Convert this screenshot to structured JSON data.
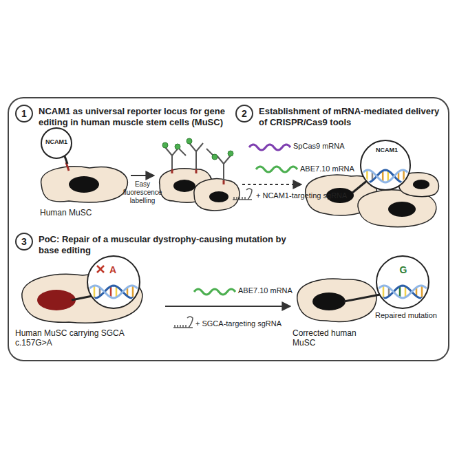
{
  "diagram": {
    "nodes": [
      {
        "text": [
          "1",
          "NCAM1 as universal reporter locus for gene editing in human muscle stem cells (MuSC)"
        ]
      },
      {
        "text": [
          "2",
          "Establishment of mRNA-mediated delivery of CRISPR/Cas9 tools"
        ]
      },
      {
        "text": [
          "Human MuSC"
        ]
      },
      {
        "text": [
          "3",
          "PoC: Repair of a muscular dystrophy-causing mutation by base editing"
        ]
      },
      {
        "text": [
          "Human MuSC carrying SGCA c.157G>A"
        ]
      },
      {
        "text": [
          "Corrected human MuSC"
        ]
      }
    ],
    "edges": [
      {
        "from": 4,
        "to": 5,
        "arrow": "to"
      }
    ],
    "labels": [
      "NCAM1",
      "Easy fluorescence labelling",
      "SpCas9 mRNA",
      "ABE7.10 mRNA",
      "+ NCAM1-targeting sgRNA",
      "NCAM1",
      "A",
      "ABE7.10 mRNA",
      "+ SGCA-targeting sgRNA",
      "G",
      "Repaired mutation"
    ]
  }
}
